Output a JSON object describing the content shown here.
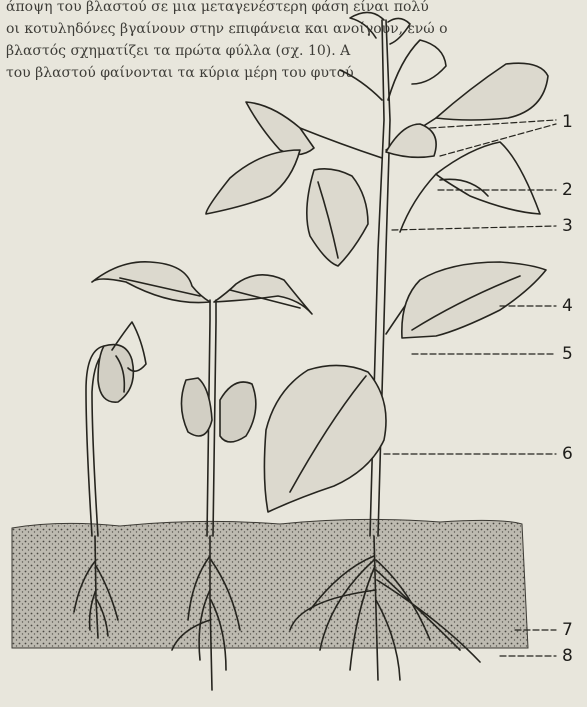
{
  "page_text_top": [
    "άποψη του βλαστού σε μια μεταγενέστερη φάση είναι πολύ",
    "οι κοτυληδόνες βγαίνουν στην επιφάνεια και ανοίγουν, ενώ ο",
    "βλαστός σχηματίζει τα πρώτα φύλλα (σχ. 10). Α",
    "του βλαστού φαίνονται τα κύρια μέρη του φυτού"
  ],
  "page_text_bottom": [
    "",
    "",
    ""
  ],
  "callouts": [
    {
      "id": "1",
      "label": "1"
    },
    {
      "id": "2",
      "label": "2"
    },
    {
      "id": "3",
      "label": "3"
    },
    {
      "id": "4",
      "label": "4"
    },
    {
      "id": "5",
      "label": "5"
    },
    {
      "id": "6",
      "label": "6"
    },
    {
      "id": "7",
      "label": "7"
    },
    {
      "id": "8",
      "label": "8"
    }
  ],
  "colors": {
    "paper": "#e8e6dc",
    "ink": "#26251f",
    "soil": "#bdbab0"
  }
}
